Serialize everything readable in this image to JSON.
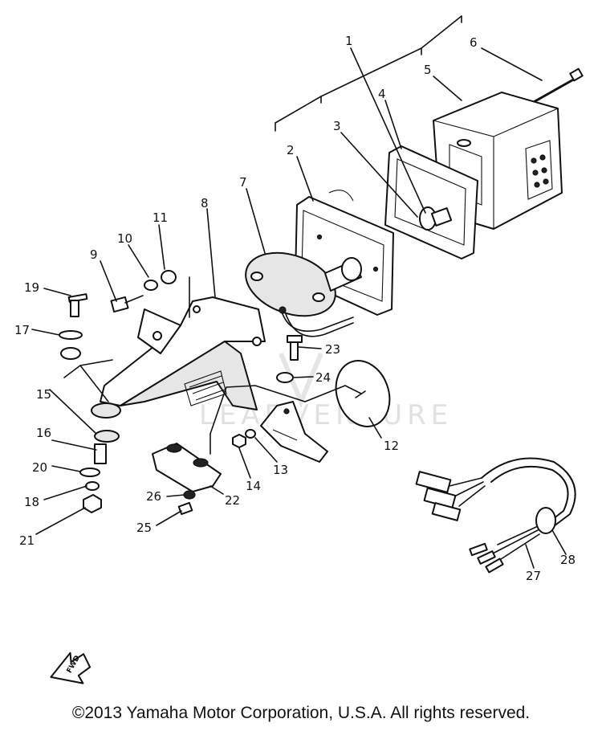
{
  "diagram": {
    "callouts": [
      "1",
      "2",
      "3",
      "4",
      "5",
      "6",
      "7",
      "8",
      "9",
      "10",
      "11",
      "12",
      "13",
      "14",
      "15",
      "16",
      "17",
      "18",
      "19",
      "20",
      "21",
      "22",
      "23",
      "24",
      "25",
      "26",
      "27",
      "28"
    ]
  },
  "fwd_label": "FWD",
  "watermark_text": "LEADVENTURE",
  "copyright": "©2013 Yamaha Motor Corporation, U.S.A. All rights reserved."
}
